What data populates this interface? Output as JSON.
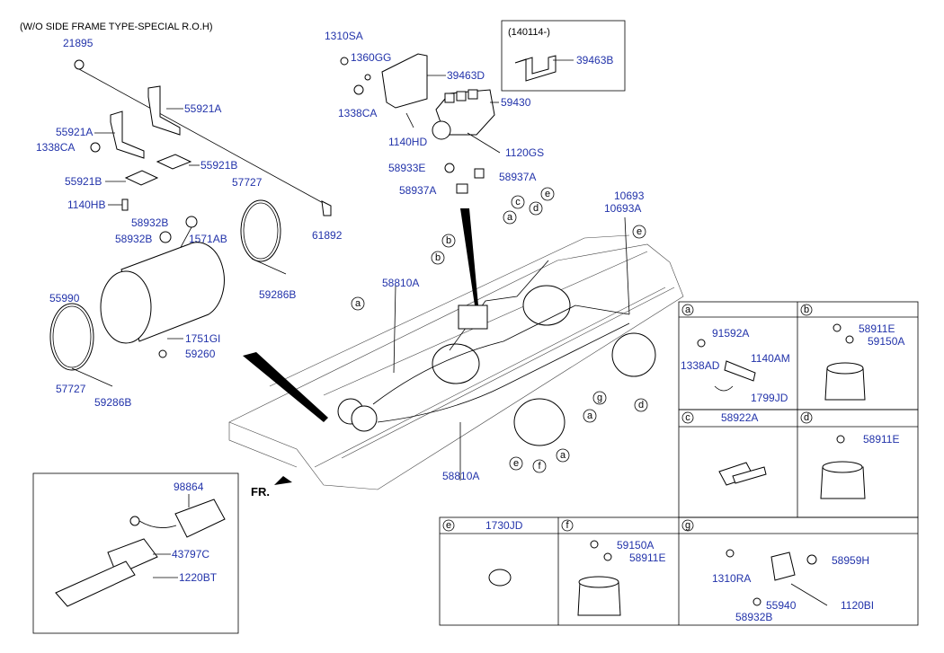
{
  "header": {
    "note": "(W/O SIDE FRAME TYPE-SPECIAL R.O.H)"
  },
  "inset_top": {
    "date": "(140114-)",
    "part": "39463B"
  },
  "direction": {
    "label": "FR."
  },
  "callout_letters": [
    "a",
    "b",
    "c",
    "d",
    "e",
    "f",
    "g"
  ],
  "parts": {
    "p21895": "21895",
    "p55921A_1": "55921A",
    "p55921A_2": "55921A",
    "p1338CA_1": "1338CA",
    "p55921B_1": "55921B",
    "p55921B_2": "55921B",
    "p1140HB": "1140HB",
    "p61892": "61892",
    "p58932B_1": "58932B",
    "p58932B_2": "58932B",
    "p1571AB": "1571AB",
    "p57727_1": "57727",
    "p59286B_1": "59286B",
    "p55990": "55990",
    "p1751GI": "1751GI",
    "p59260": "59260",
    "p57727_2": "57727",
    "p59286B_2": "59286B",
    "p1310SA": "1310SA",
    "p1360GG": "1360GG",
    "p39463D": "39463D",
    "p1338CA_2": "1338CA",
    "p59430": "59430",
    "p1140HD": "1140HD",
    "p1120GS": "1120GS",
    "p58933E": "58933E",
    "p58937A_1": "58937A",
    "p58937A_2": "58937A",
    "p10693": "10693",
    "p10693A": "10693A",
    "p58810A_1": "58810A",
    "p58810A_2": "58810A",
    "p98864": "98864",
    "p43797C": "43797C",
    "p1220BT": "1220BT"
  },
  "panels": {
    "a": {
      "letter": "a",
      "parts": [
        "91592A",
        "1140AM",
        "1338AD",
        "1799JD"
      ]
    },
    "b": {
      "letter": "b",
      "parts": [
        "58911E",
        "59150A"
      ]
    },
    "c": {
      "letter": "c",
      "title": "58922A"
    },
    "d": {
      "letter": "d",
      "parts": [
        "58911E"
      ]
    },
    "e": {
      "letter": "e",
      "title": "1730JD"
    },
    "f": {
      "letter": "f",
      "parts": [
        "59150A",
        "58911E"
      ]
    },
    "g": {
      "letter": "g",
      "parts": [
        "1310RA",
        "58959H",
        "55940",
        "58932B",
        "1120BI"
      ]
    }
  }
}
